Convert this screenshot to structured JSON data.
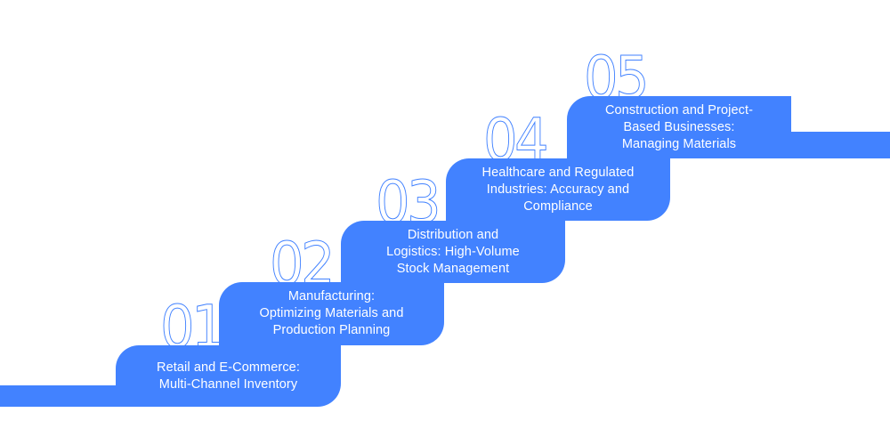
{
  "diagram": {
    "type": "staircase-steps",
    "accent_color": "#4282ff",
    "text_color": "#ffffff",
    "steps": [
      {
        "number": "01",
        "label": "Retail and E-Commerce:\nMulti-Channel Inventory"
      },
      {
        "number": "02",
        "label": "Manufacturing:\nOptimizing Materials and\nProduction Planning"
      },
      {
        "number": "03",
        "label": "Distribution and\nLogistics: High-Volume\nStock Management"
      },
      {
        "number": "04",
        "label": "Healthcare and Regulated\nIndustries: Accuracy and\nCompliance"
      },
      {
        "number": "05",
        "label": "Construction and Project-\nBased Businesses:\nManaging Materials"
      }
    ]
  }
}
